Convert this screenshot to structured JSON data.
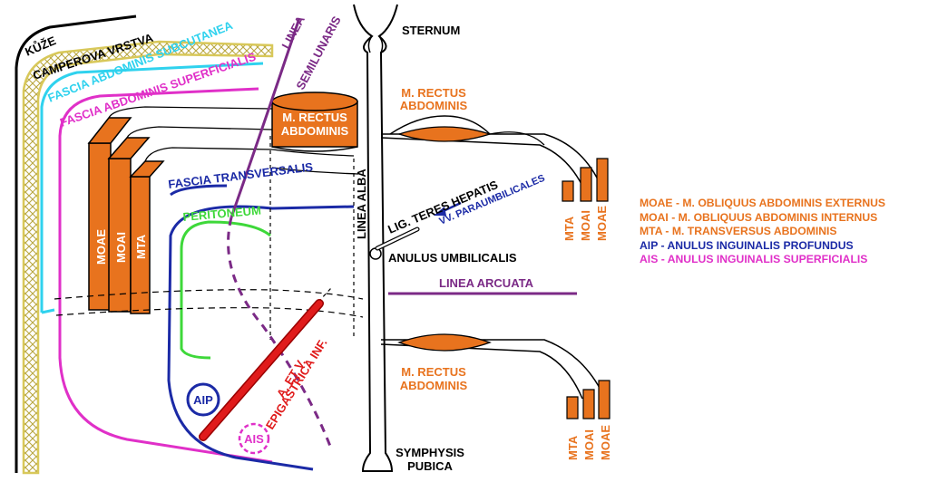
{
  "colors": {
    "orange": "#e8731e",
    "purple": "#7b2a86",
    "blue": "#1b2aa6",
    "green": "#3ed83a",
    "magenta": "#e030c8",
    "cyan": "#2fd2ee",
    "yellow": "#d8c85a",
    "red": "#e01b1b"
  },
  "labels": {
    "kuze": "KŮŽE",
    "camperova": "CAMPEROVA VRSTVA",
    "fascia_subcutanea": "FASCIA ABDOMINIS SUBCUTANEA",
    "fascia_superficialis": "FASCIA ABDOMINIS SUPERFICIALIS",
    "linea_semilunaris_1": "LINEA",
    "linea_semilunaris_2": "SEMILUNARIS",
    "rectus_box_1": "M. RECTUS",
    "rectus_box_2": "ABDOMINIS",
    "moae": "MOAE",
    "moai": "MOAI",
    "mta": "MTA",
    "fascia_transversalis": "FASCIA TRANSVERSALIS",
    "peritoneum": "PERITONEUM",
    "linea_alba": "LINEA ALBA",
    "sternum": "STERNUM",
    "rectus_upper_1": "M. RECTUS",
    "rectus_upper_2": "ABDOMINIS",
    "lig_teres": "LIG. TERES HEPATIS",
    "vv_paraumbilicales": "VV. PARAUMBILICALES",
    "anulus_umbilicalis": "ANULUS UMBILICALIS",
    "linea_arcuata": "LINEA ARCUATA",
    "aip": "AIP",
    "ais": "AIS",
    "epigastrica_1": "A. ET V.",
    "epigastrica_2": "EPIGASTRICA INF.",
    "rectus_lower_1": "M. RECTUS",
    "rectus_lower_2": "ABDOMINIS",
    "symphysis_1": "SYMPHYSIS",
    "symphysis_2": "PUBICA",
    "small_mta": "MTA",
    "small_moai": "MOAI",
    "small_moae": "MOAE"
  },
  "legend": [
    {
      "text": "MOAE - M. OBLIQUUS ABDOMINIS EXTERNUS",
      "color": "#e8731e"
    },
    {
      "text": "MOAI - M. OBLIQUUS ABDOMINIS INTERNUS",
      "color": "#e8731e"
    },
    {
      "text": "MTA - M. TRANSVERSUS ABDOMINIS",
      "color": "#e8731e"
    },
    {
      "text": "AIP - ANULUS INGUINALIS PROFUNDUS",
      "color": "#1b2aa6"
    },
    {
      "text": "AIS - ANULUS INGUINALIS SUPERFICIALIS",
      "color": "#e030c8"
    }
  ]
}
